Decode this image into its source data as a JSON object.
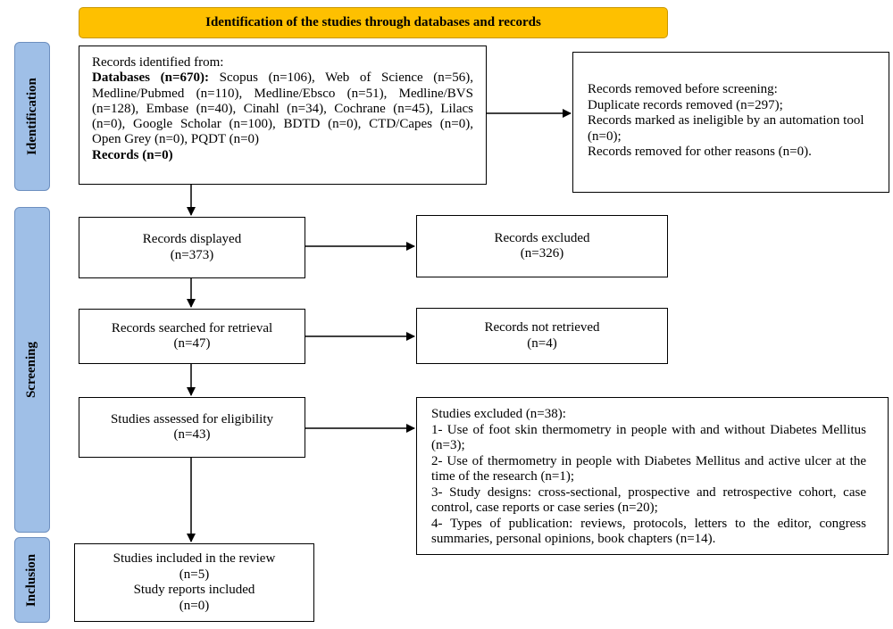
{
  "header": {
    "title": "Identification of the studies through databases and records"
  },
  "phases": {
    "identification": "Identification",
    "screening": "Screening",
    "inclusion": "Inclusion"
  },
  "identification": {
    "records_label": "Records identified from:",
    "databases_label": "Databases (n=670):",
    "databases_text": " Scopus (n=106), Web of Science (n=56), Medline/Pubmed (n=110), Medline/Ebsco (n=51), Medline/BVS (n=128), Embase (n=40), Cinahl (n=34), Cochrane (n=45), Lilacs (n=0), Google Scholar (n=100), BDTD (n=0), CTD/Capes (n=0), Open Grey (n=0), PQDT (n=0)",
    "records_count": "Records (n=0)",
    "removed": {
      "line1": "Records removed before screening:",
      "line2": "Duplicate records removed (n=297);",
      "line3": "Records marked as ineligible by an automation tool (n=0);",
      "line4": "Records removed for other reasons (n=0)."
    }
  },
  "screening": {
    "displayed": {
      "label": "Records displayed",
      "count": "(n=373)"
    },
    "excluded": {
      "label": "Records excluded",
      "count": "(n=326)"
    },
    "retrieval": {
      "label": "Records searched for retrieval",
      "count": "(n=47)"
    },
    "not_retrieved": {
      "label": "Records not retrieved",
      "count": "(n=4)"
    },
    "eligibility": {
      "label": "Studies assessed for eligibility",
      "count": "(n=43)"
    },
    "studies_excluded": {
      "title": "Studies excluded (n=38):",
      "item1": "1- Use of foot skin thermometry in people with and without Diabetes Mellitus (n=3);",
      "item2": "2- Use of thermometry in people with Diabetes Mellitus and active ulcer at the time of the research (n=1);",
      "item3": "3- Study designs: cross-sectional, prospective and retrospective cohort, case control, case reports or case series (n=20);",
      "item4": "4- Types of publication: reviews, protocols, letters to the editor, congress summaries, personal opinions, book chapters (n=14)."
    }
  },
  "inclusion": {
    "studies_label": "Studies included in the review",
    "studies_count": "(n=5)",
    "reports_label": "Study reports included",
    "reports_count": "(n=0)"
  }
}
